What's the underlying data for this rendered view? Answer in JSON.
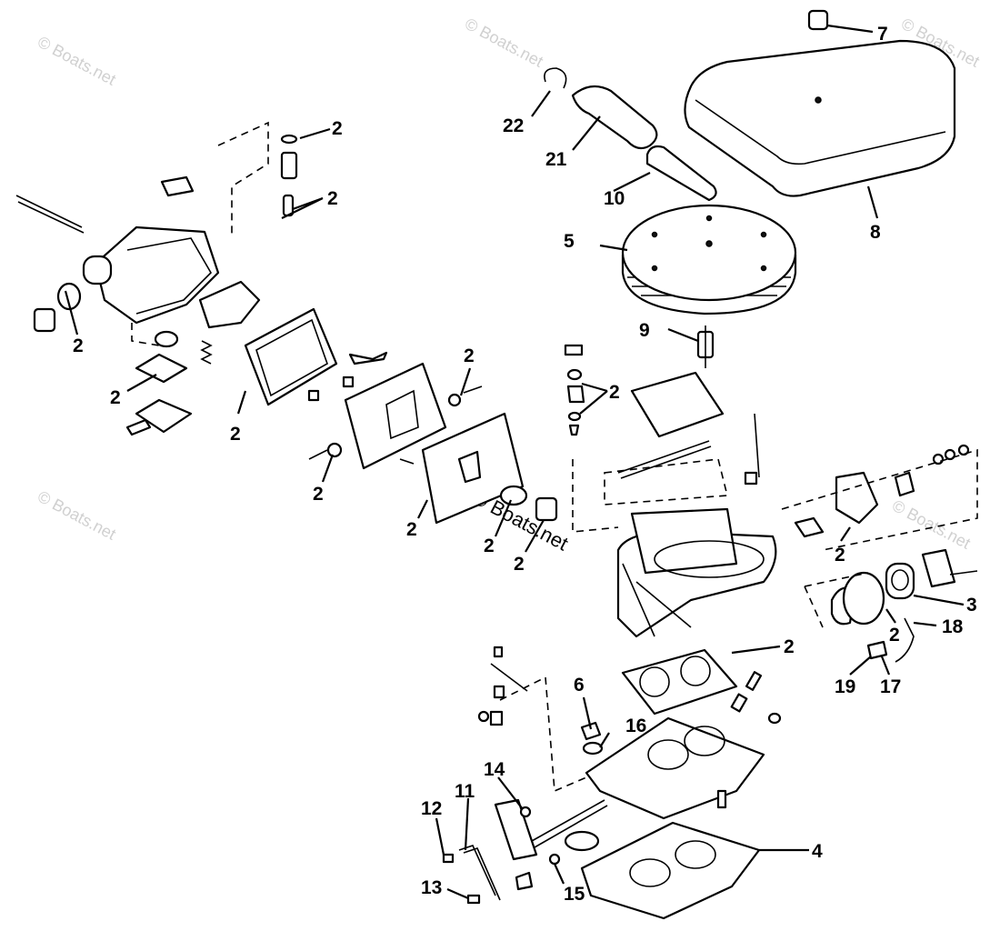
{
  "watermarks": [
    "© Boats.net",
    "© Boats.net",
    "© Boats.net",
    "© Boats.net",
    "© Boats.net"
  ],
  "center_watermark": "© Boats.net",
  "callouts": {
    "c2a": "2",
    "c2b": "2",
    "c2c": "2",
    "c2d": "2",
    "c2e": "2",
    "c2f": "2",
    "c2g": "2",
    "c2h": "2",
    "c2i": "2",
    "c2j": "2",
    "c2k": "2",
    "c2l": "2",
    "c2m": "2",
    "c2n": "2",
    "c3": "3",
    "c4": "4",
    "c5": "5",
    "c6": "6",
    "c7": "7",
    "c8": "8",
    "c9": "9",
    "c10": "10",
    "c11": "11",
    "c12": "12",
    "c13": "13",
    "c14": "14",
    "c15": "15",
    "c16": "16",
    "c17": "17",
    "c18": "18",
    "c19": "19",
    "c21": "21",
    "c22": "22"
  }
}
